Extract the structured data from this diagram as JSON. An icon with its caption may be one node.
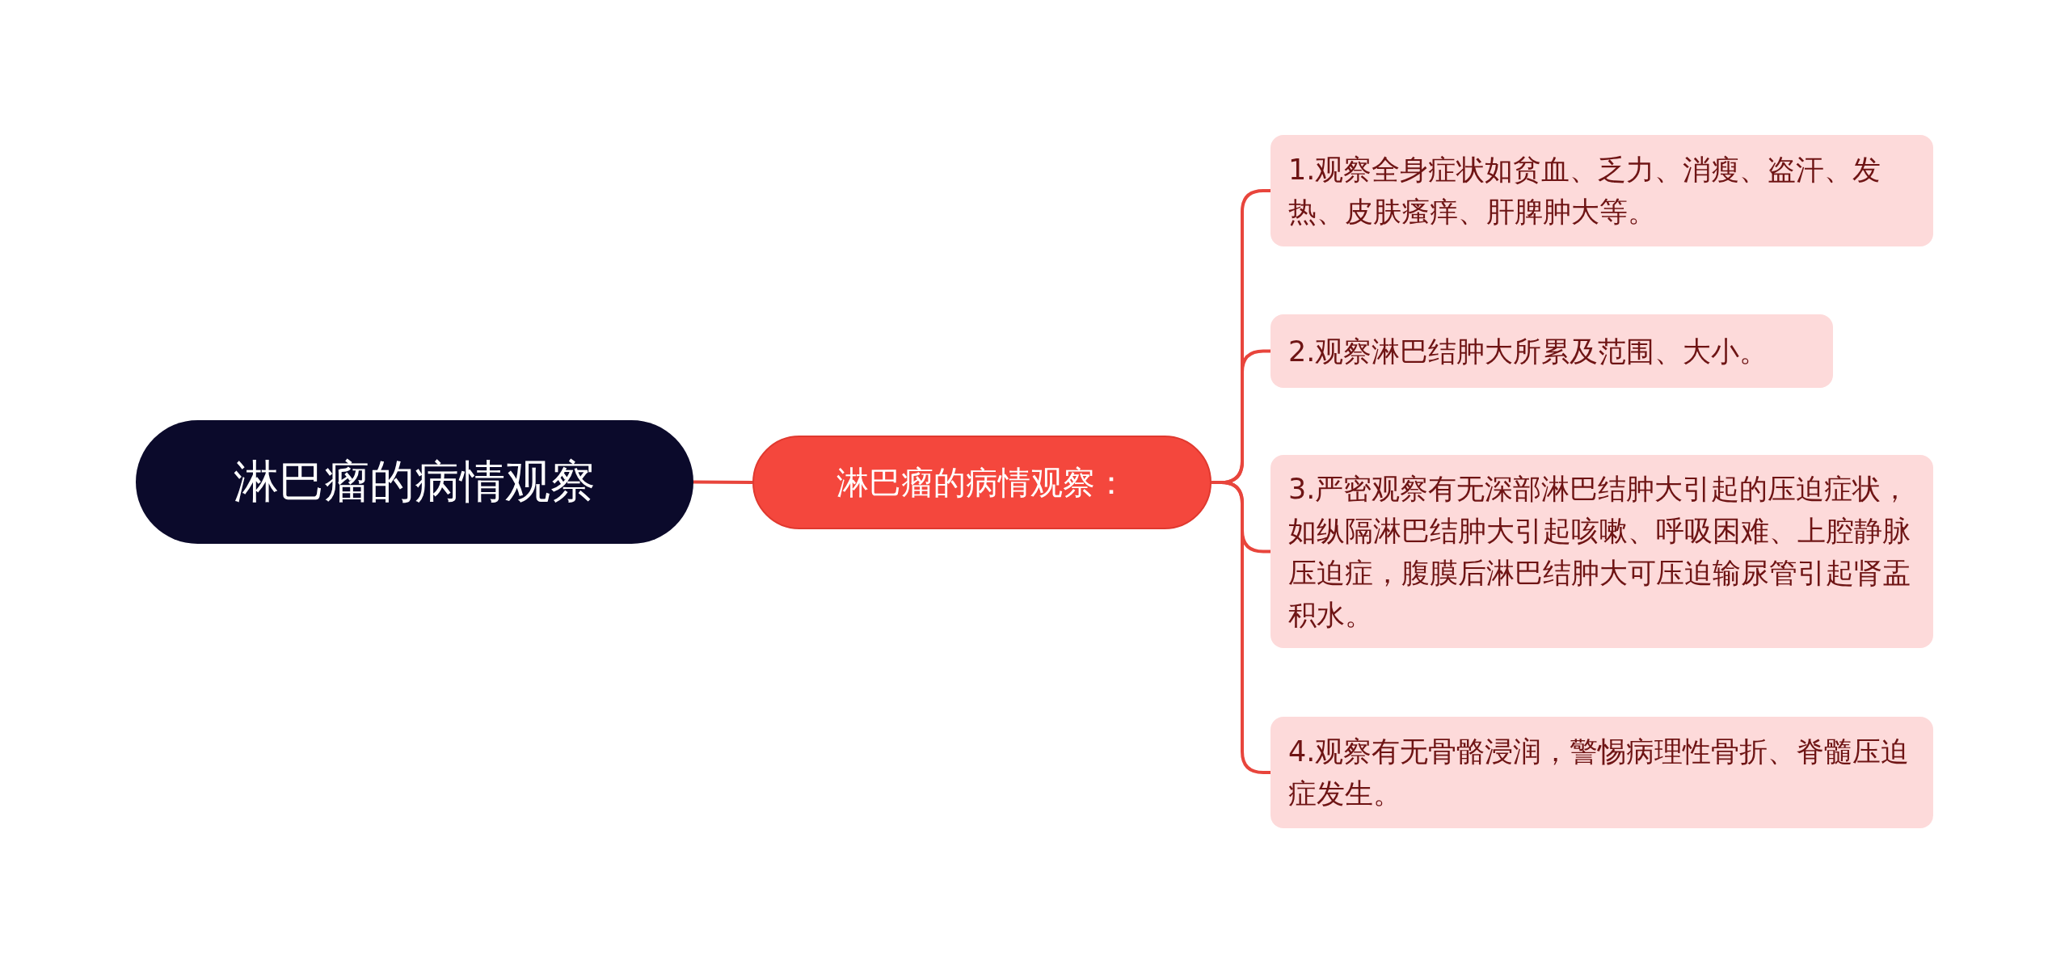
{
  "diagram": {
    "nodes": [
      {
        "text": [
          "淋巴瘤的病情观察"
        ]
      },
      {
        "text": [
          "淋巴瘤的病情观察："
        ]
      },
      {
        "text": [
          "1.观察全身症状如贫血、乏力、消瘦、盗汗、发热、皮肤瘙痒、肝脾肿大等。"
        ]
      },
      {
        "text": [
          "2.观察淋巴结肿大所累及范围、大小。"
        ]
      },
      {
        "text": [
          "3.严密观察有无深部淋巴结肿大引起的压迫症状，如纵隔淋巴结肿大引起咳嗽、呼吸困难、上腔静脉压迫症，腹膜后淋巴结肿大可压迫输尿管引起肾盂积水。"
        ]
      },
      {
        "text": [
          "4.观察有无骨骼浸润，警惕病理性骨折、脊髓压迫症发生。"
        ]
      }
    ],
    "edges": [
      {
        "from": 0,
        "to": 1,
        "arrow": "none"
      },
      {
        "from": 1,
        "to": 2,
        "arrow": "none"
      },
      {
        "from": 1,
        "to": 3,
        "arrow": "none"
      },
      {
        "from": 1,
        "to": 4,
        "arrow": "none"
      },
      {
        "from": 1,
        "to": 5,
        "arrow": "none"
      }
    ]
  }
}
